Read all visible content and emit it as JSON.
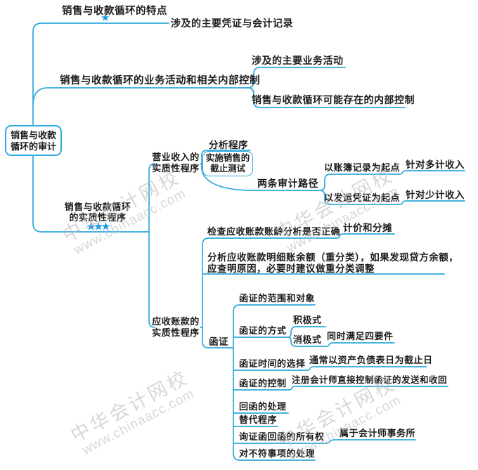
{
  "watermark": {
    "brand": "中华会计网校",
    "site": "www.chinaacc.com"
  },
  "colors": {
    "line": "#2fa8dd",
    "star": "#1e9fe0",
    "text": "#1c1c1c",
    "watermark": "#bfbfbf"
  },
  "root": {
    "line1": "销售与收款",
    "line2": "循环的审计"
  },
  "features": {
    "label": "销售与收款循环的特点",
    "stars": "★",
    "child": "涉及的主要凭证与会计记录"
  },
  "business": {
    "label": "销售与收款循环的业务活动和相关内部控制",
    "activities": "涉及的主要业务活动",
    "controls": "销售与收款循环可能存在的内部控制"
  },
  "substantive": {
    "line1": "销售与收款循环",
    "line2": "的实质性程序",
    "stars": "★★★",
    "revenue": {
      "line1": "营业收入的",
      "line2": "实质性程序",
      "analysis": "分析程序",
      "cutoff_line1": "实施销售的",
      "cutoff_line2": "截止测试",
      "paths": {
        "label": "两条审计路径",
        "ledger": {
          "label": "以账簿记录为起点",
          "target": "针对多计收入"
        },
        "shipping": {
          "label": "以发运凭证为起点",
          "target": "针对少计收入"
        }
      }
    },
    "receivable": {
      "line1": "应收账款的",
      "line2": "实质性程序",
      "aging": {
        "label": "检查应收账款账龄分析是否正确",
        "assertion": "计价和分摊"
      },
      "reclassify_line1": "分析应收账款明细账余额（重分类），如果发现贷方余额，",
      "reclassify_line2": "应查明原因，必要时建议做重分类调整",
      "confirmation": {
        "label": "函证",
        "scope": "函证的范围和对象",
        "method": {
          "label": "函证的方式",
          "positive": "积极式",
          "negative": "消极式",
          "negative_note": "同时满足四要件"
        },
        "timing": {
          "label": "函证时间的选择",
          "note": "通常以资产负债表日为截止日"
        },
        "control": {
          "label": "函证的控制",
          "note": "注册会计师直接控制函证的发送和收回"
        },
        "reply": "回函的处理",
        "alternative": "替代程序",
        "ownership": {
          "label": "询证函回函的所有权",
          "note": "属于会计师事务所"
        },
        "discrepancy": "对不符事项的处理"
      }
    }
  }
}
